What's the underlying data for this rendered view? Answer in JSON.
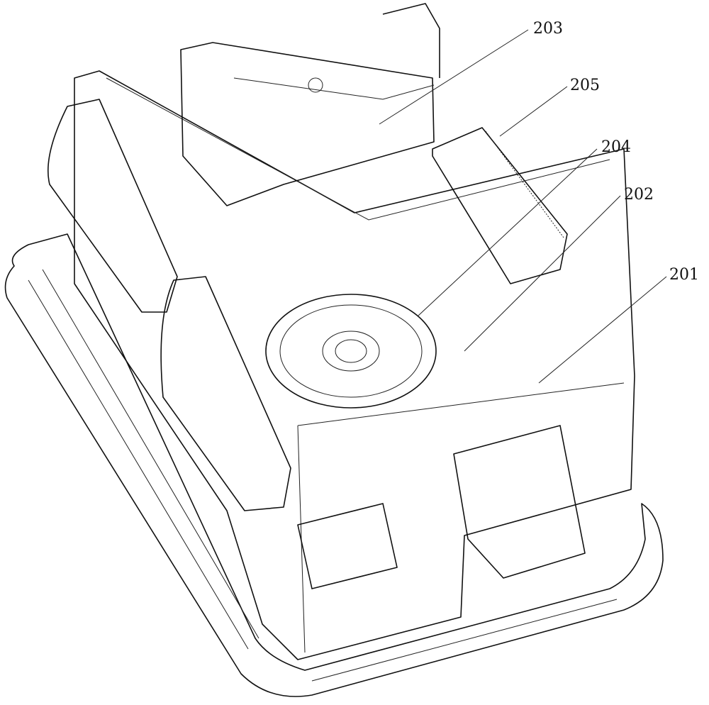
{
  "figure": {
    "labels": [
      {
        "id": "203",
        "text": "203"
      },
      {
        "id": "205",
        "text": "205"
      },
      {
        "id": "204",
        "text": "204"
      },
      {
        "id": "202",
        "text": "202"
      },
      {
        "id": "201",
        "text": "201"
      }
    ]
  }
}
